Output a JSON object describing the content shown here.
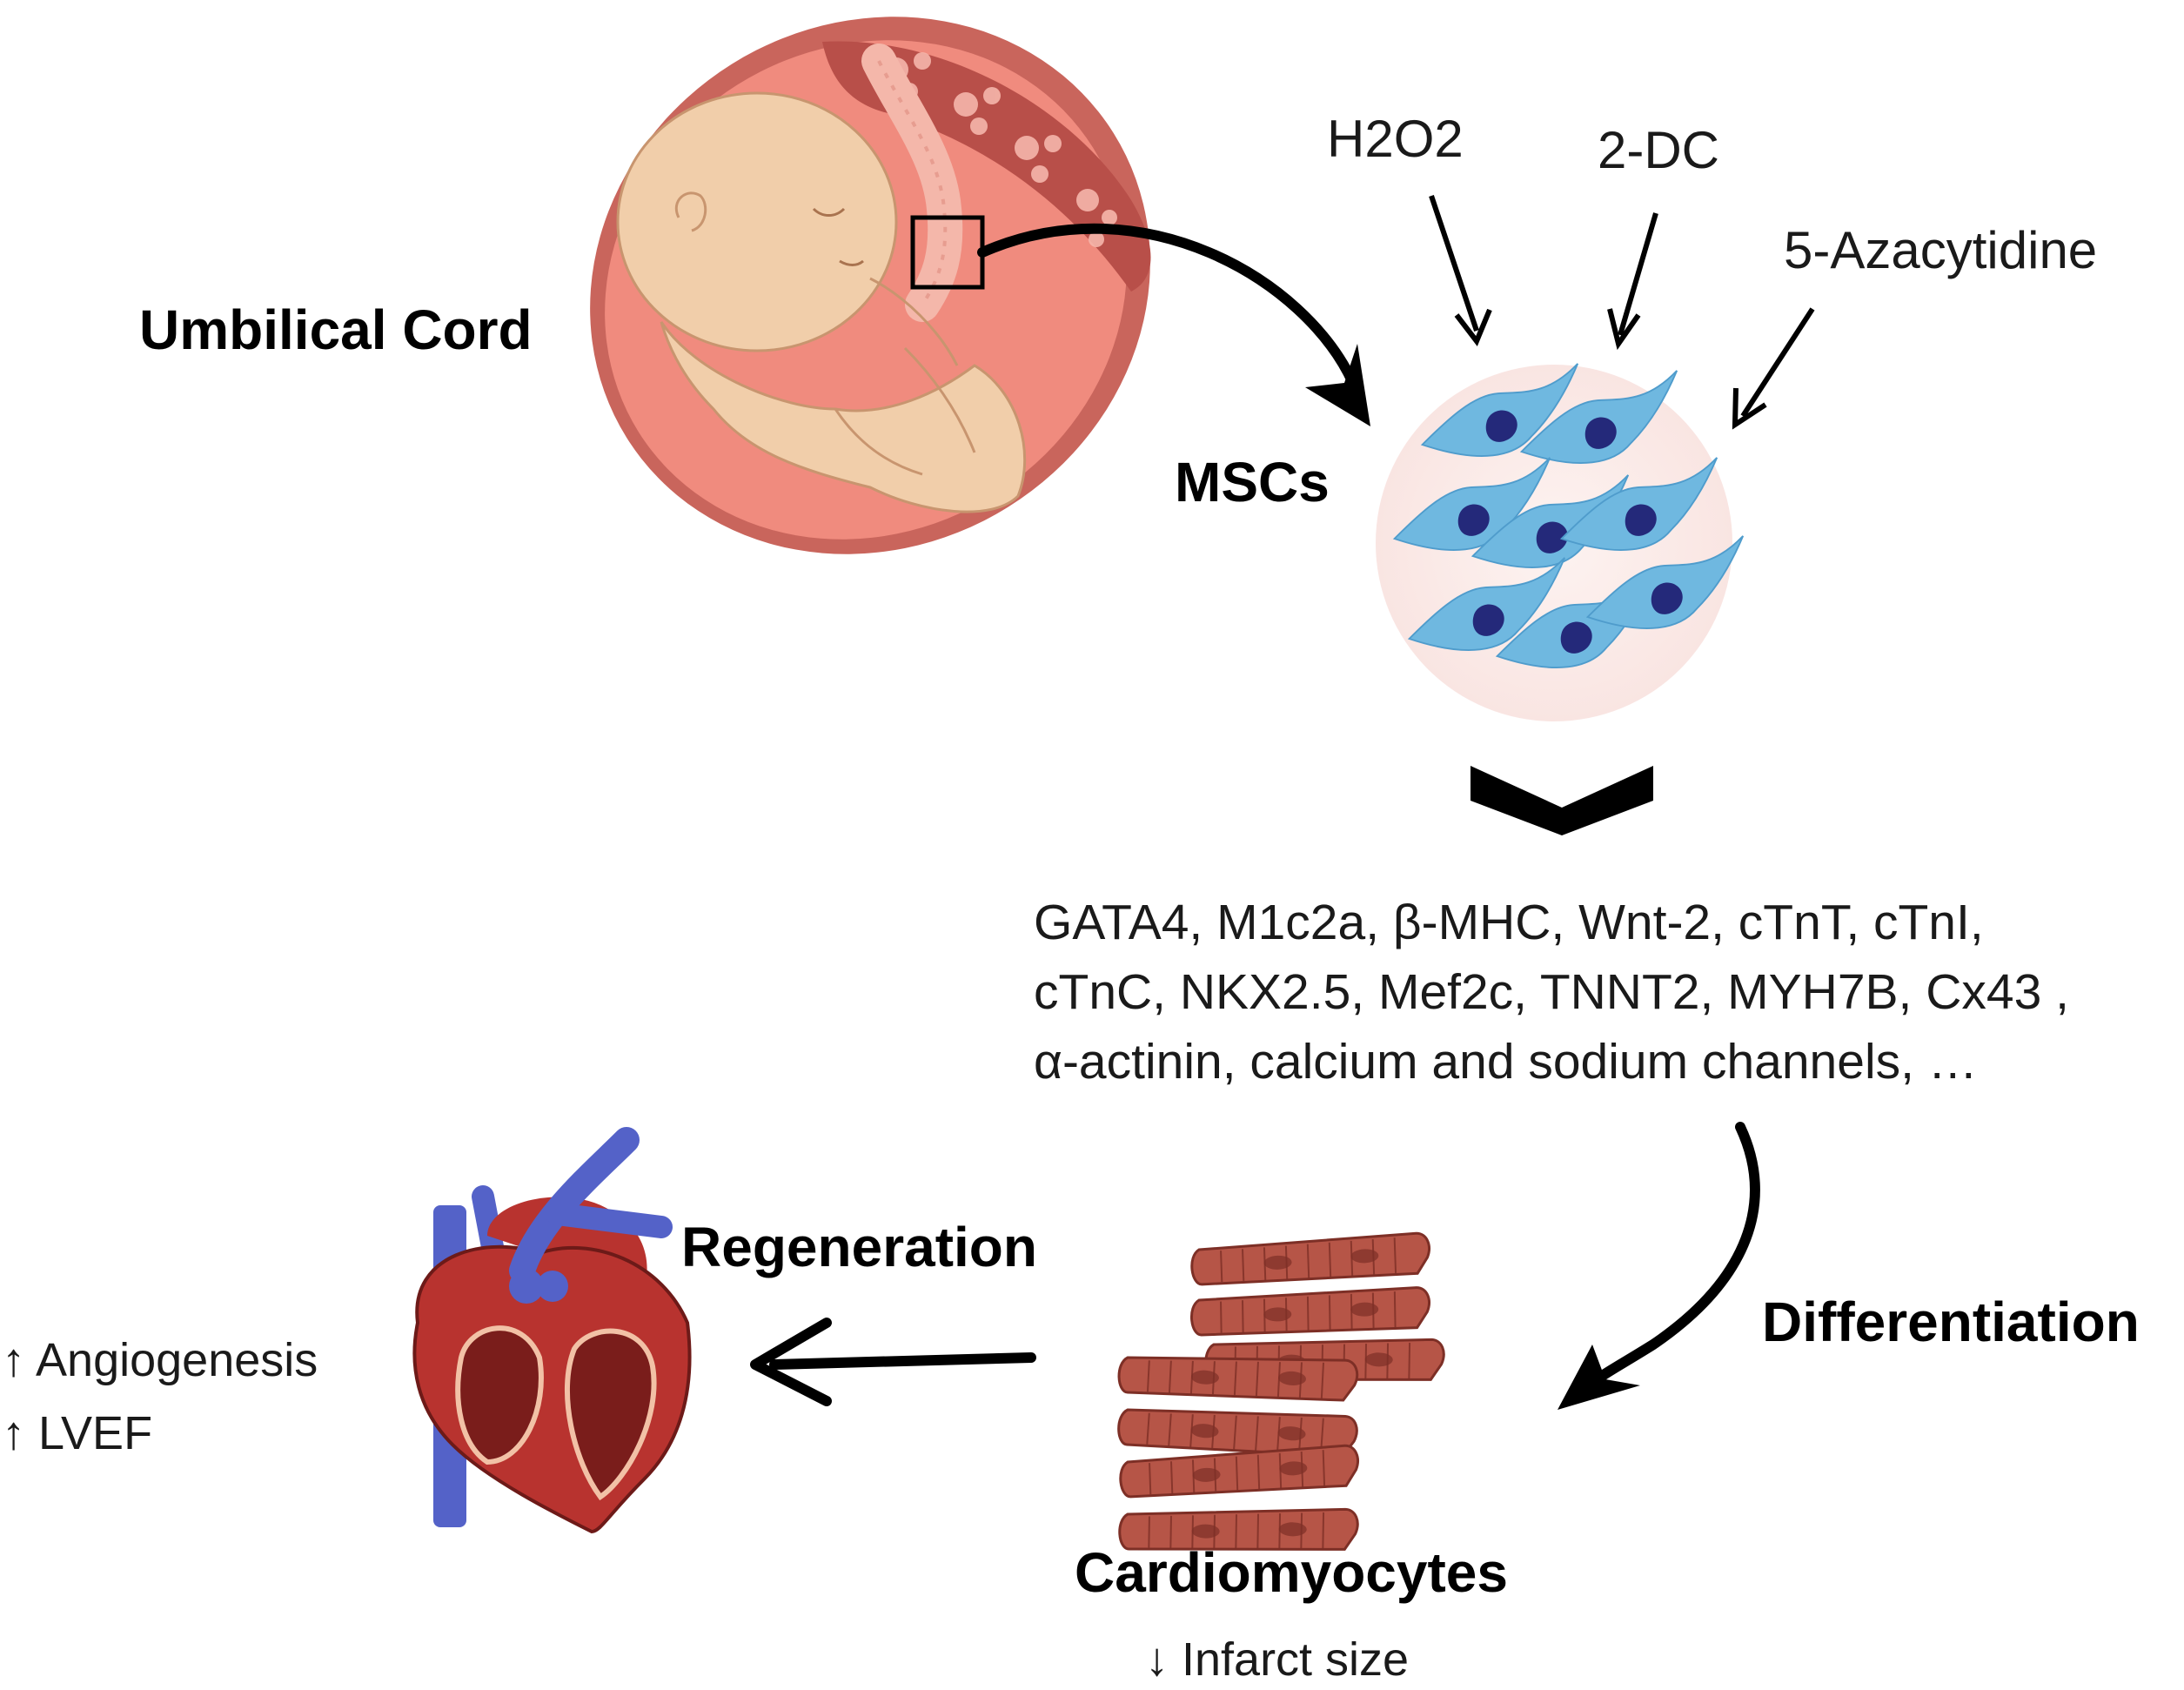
{
  "labels": {
    "umbilical_cord": "Umbilical Cord",
    "mscs": "MSCs",
    "h2o2": "H2O2",
    "two_dc": "2-DC",
    "azacytidine": "5-Azacytidine",
    "differentiation": "Differentiation",
    "cardiomyocytes": "Cardiomyocytes",
    "infarct_size": "↓ Infarct size",
    "regeneration": "Regeneration",
    "angiogenesis": "↑ Angiogenesis",
    "lvef": "↑ LVEF"
  },
  "markers": {
    "line1": "GATA4,  M1c2a,  β-MHC,  Wnt-2,  cTnT,  cTnI,",
    "line2": "cTnC, NKX2.5, Mef2c, TNNT2, MYH7B, Cx43 ,",
    "line3": "α-actinin, calcium and sodium channels, …"
  },
  "colors": {
    "womb_outer": "#c9655c",
    "womb_inner": "#f08b7e",
    "placenta": "#b84f49",
    "fetus_skin": "#f1ceaa",
    "fetus_line": "#c8956f",
    "cell_circle": "#fdf0ee",
    "cell_body": "#6fb8e0",
    "cell_nucleus": "#24297a",
    "muscle": "#b65547",
    "heart": "#b8332f",
    "vessel_blue": "#5462c8",
    "arrow": "#000000"
  }
}
